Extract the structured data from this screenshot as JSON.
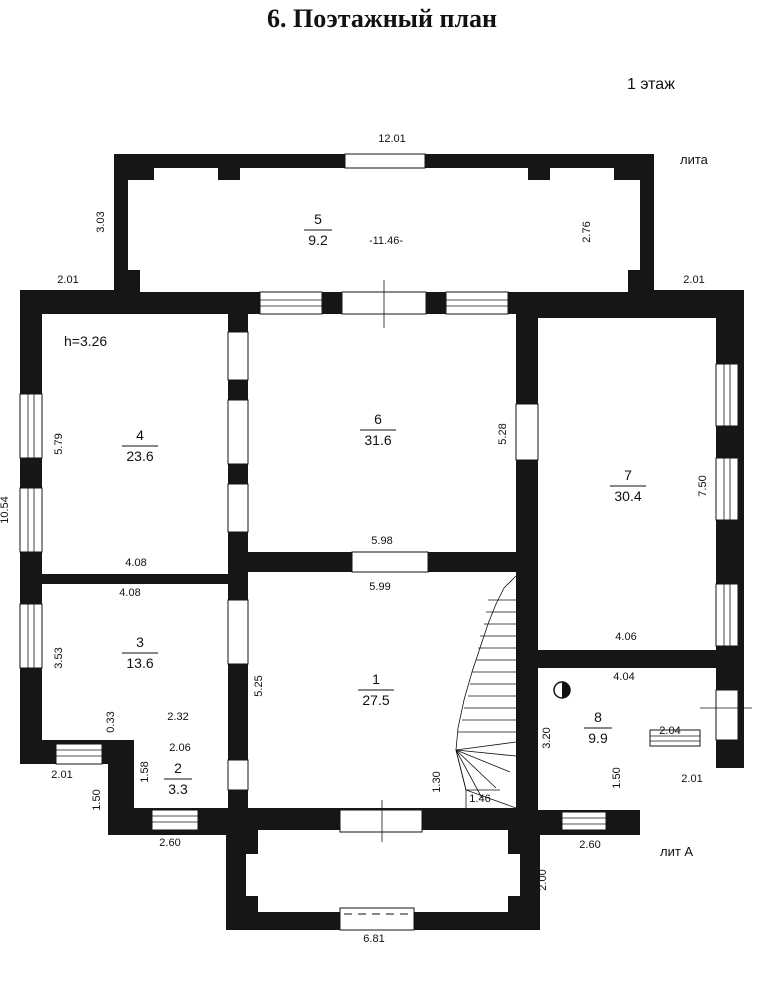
{
  "title": "6. Поэтажный план",
  "floor": "1 этаж",
  "ceiling_height": "h=3.26",
  "lit_labels": {
    "top": "лита",
    "bottom": "лит А"
  },
  "rooms": {
    "r1": {
      "num": "1",
      "area": "27.5"
    },
    "r2": {
      "num": "2",
      "area": "3.3"
    },
    "r3": {
      "num": "3",
      "area": "13.6"
    },
    "r4": {
      "num": "4",
      "area": "23.6"
    },
    "r5": {
      "num": "5",
      "area": "9.2"
    },
    "r6": {
      "num": "6",
      "area": "31.6"
    },
    "r7": {
      "num": "7",
      "area": "30.4"
    },
    "r8": {
      "num": "8",
      "area": "9.9"
    }
  },
  "dimensions": {
    "top_width": "12.01",
    "veranda_inner": "-11.46-",
    "veranda_left": "3.03",
    "veranda_right": "2.76",
    "left_step": "2.01",
    "right_step": "2.01",
    "total_height": "10.54",
    "r4_height": "5.79",
    "r4_width": "4.08",
    "r3_width": "4.08",
    "r3_height": "3.53",
    "r3_small": "0.33",
    "r3_bottom": "2.32",
    "r2_width": "2.06",
    "r2_height": "1.58",
    "bl_width": "2.01",
    "bl_height": "1.50",
    "bl_bottom": "2.60",
    "r6_height": "5.28",
    "r6_width": "5.98",
    "r1_width": "5.99",
    "r1_height": "5.25",
    "stair_h": "1.30",
    "stair_w": "1.46",
    "r7_height": "7.50",
    "r7_width": "4.06",
    "r8_width": "4.04",
    "r8_height": "3.20",
    "r8_step": "2.04",
    "br_width": "2.01",
    "br_height": "1.50",
    "br_bottom": "2.60",
    "porch_height": "2.00",
    "porch_width": "6.81"
  }
}
